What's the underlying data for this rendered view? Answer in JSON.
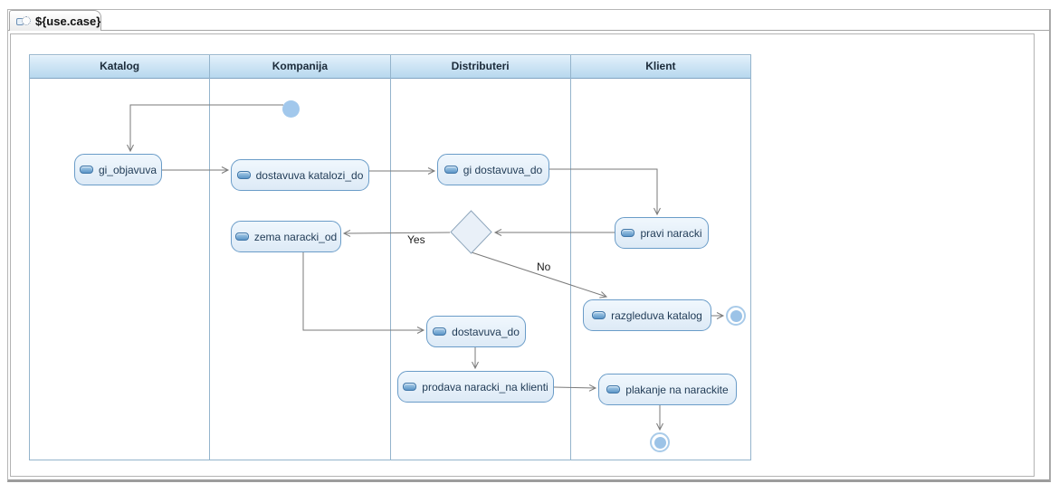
{
  "tab": {
    "title": "${use.case}",
    "icon": "activity-diagram-icon"
  },
  "diagram": {
    "lanes": [
      {
        "title": "Katalog"
      },
      {
        "title": "Kompanija"
      },
      {
        "title": "Distributeri"
      },
      {
        "title": "Klient"
      }
    ],
    "nodes": [
      {
        "label": "gi_objavuva",
        "lane": "Katalog"
      },
      {
        "label": "dostavuva katalozi_do",
        "lane": "Kompanija"
      },
      {
        "label": "gi dostavuva_do",
        "lane": "Distributeri"
      },
      {
        "label": "pravi naracki",
        "lane": "Klient"
      },
      {
        "label": "zema naracki_od",
        "lane": "Kompanija"
      },
      {
        "label": "dostavuva_do",
        "lane": "Distributeri"
      },
      {
        "label": "prodava naracki_na klienti",
        "lane": "Distributeri"
      },
      {
        "label": "razgleduva katalog",
        "lane": "Klient"
      },
      {
        "label": "plakanje na narackite",
        "lane": "Klient"
      }
    ],
    "edge_labels": {
      "yes": "Yes",
      "no": "No"
    },
    "colors": {
      "lane_border": "#94b4cc",
      "header_gradient_top": "#e3f1fb",
      "header_gradient_bottom": "#b7d8ee",
      "node_border": "#6a9cc8",
      "node_fill_top": "#f0f7fd",
      "node_fill_bottom": "#ddeaf6",
      "edge": "#7a7a7a",
      "start_fill": "#a2c8ec",
      "end_fill": "#9cc3e7",
      "diamond_fill": "#e9f0f8",
      "diamond_border": "#8ea6bc"
    }
  }
}
